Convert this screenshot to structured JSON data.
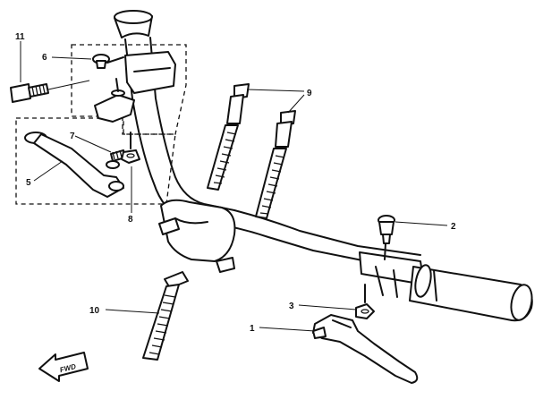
{
  "callouts": {
    "c1": "1",
    "c2": "2",
    "c3": "3",
    "c5": "5",
    "c6": "6",
    "c7": "7",
    "c8": "8",
    "c9": "9",
    "c10": "10",
    "c11": "11"
  },
  "fwd_label": "FWD"
}
